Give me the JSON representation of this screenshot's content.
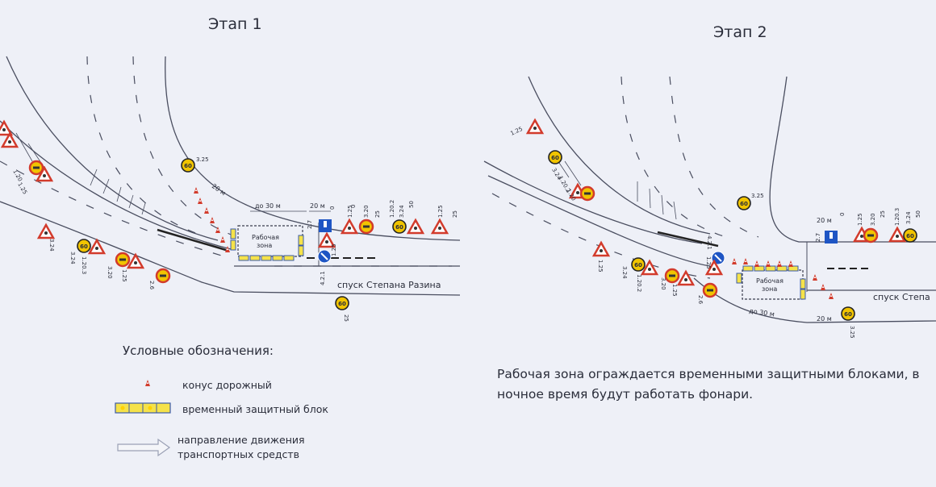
{
  "stage1": {
    "title": "Этап 1",
    "work_zone": [
      "Рабочая",
      "зона"
    ],
    "street": "спуск Степана Разина",
    "dist_30": "до 30 м",
    "dist_20a": "20 м",
    "dist_20b": "20 м",
    "sign_codes": [
      "3.25",
      "1.25",
      "3.20",
      "1.20.2",
      "3.24",
      "1.25",
      "2.7",
      "4.2.1",
      "1.25",
      "3.24",
      "1.20.3",
      "3.20",
      "1.25",
      "2.6",
      "1.20",
      "1.25",
      "0",
      "50",
      "25",
      "0"
    ]
  },
  "stage2": {
    "title": "Этап 2",
    "work_zone": [
      "Рабочая",
      "зона"
    ],
    "street": "спуск Степа",
    "dist_30": "до 30 м",
    "dist_20a": "20 м",
    "dist_20b": "20 м",
    "sign_codes": [
      "1.25",
      "3.24",
      "1.20.2",
      "1.20",
      "1.25",
      "3.24",
      "1.20.2",
      "3.20",
      "1.25",
      "2.6",
      "4.2.1",
      "1.25",
      "3.25",
      "2.7",
      "1.25",
      "3.20",
      "1.20.3",
      "3.24",
      "3.25",
      "0",
      "25",
      "50"
    ]
  },
  "legend": {
    "title": "Условные обозначения:",
    "cone": "конус дорожный",
    "block": "временный защитный блок",
    "direction_line1": "направление движения",
    "direction_line2": "транспортных средств"
  },
  "note": "Рабочая зона ограждается временными защитными блоками, в ночное время будут работать фонари.",
  "colors": {
    "sign_red": "#d23b2c",
    "sign_yellow": "#f1c400",
    "sign_blue": "#1e55c4",
    "line": "#4a4e60",
    "block_yellow": "#f5e24a"
  }
}
